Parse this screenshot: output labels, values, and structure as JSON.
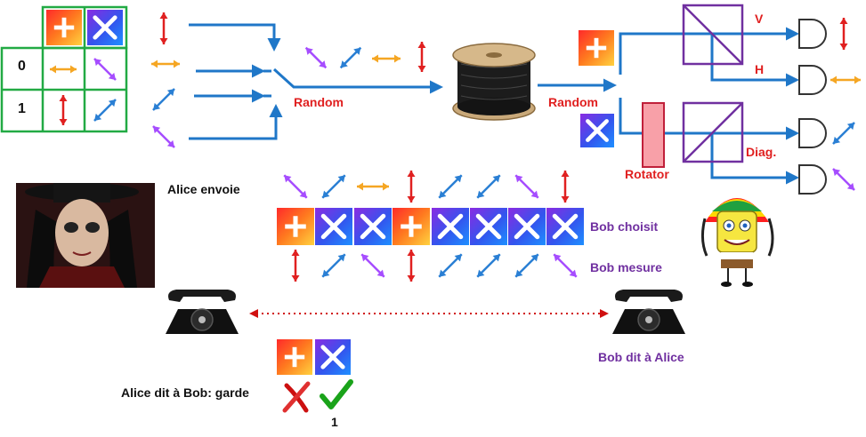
{
  "bit_table": {
    "bit_0": "0",
    "bit_1": "1"
  },
  "labels": {
    "random_alice": "Random",
    "random_bob": "Random",
    "rotator": "Rotator",
    "detector_v": "V",
    "detector_h": "H",
    "detector_diag": "Diag.",
    "alice_sends": "Alice envoie",
    "bob_chooses": "Bob choisit",
    "bob_measures": "Bob  mesure",
    "bob_tells_alice": "Bob dit à Alice",
    "alice_tells_bob": "Alice dit à Bob: garde",
    "kept_bit": "1"
  },
  "alice_sequence": [
    "diag-nw",
    "diag-ne",
    "horizontal",
    "vertical",
    "diag-ne",
    "diag-ne",
    "diag-nw",
    "vertical"
  ],
  "bob_bases": [
    "rectilinear",
    "diagonal",
    "diagonal",
    "rectilinear",
    "diagonal",
    "diagonal",
    "diagonal",
    "diagonal"
  ],
  "bob_results": [
    "vertical",
    "diag-ne",
    "diag-nw",
    "vertical",
    "diag-ne",
    "diag-ne",
    "diag-ne",
    "diag-nw"
  ],
  "icons": {
    "alice_portrait": "alice-portrait",
    "bob_cartoon": "bob-cartoon",
    "fiber_spool": "fiber-spool-icon",
    "telephone": "telephone-icon",
    "reject": "red-x-icon",
    "accept": "green-check-icon"
  },
  "colors": {
    "beam": "#1f77c8",
    "red_arrow": "#e02020",
    "orange_arrow": "#f5a623",
    "purple_arrow": "#a64dff",
    "blue_arrow": "#2a7fd4",
    "label_red": "#e02020",
    "label_purple": "#7030a0",
    "table_border": "#22aa44",
    "splitter_border": "#7030a0"
  }
}
